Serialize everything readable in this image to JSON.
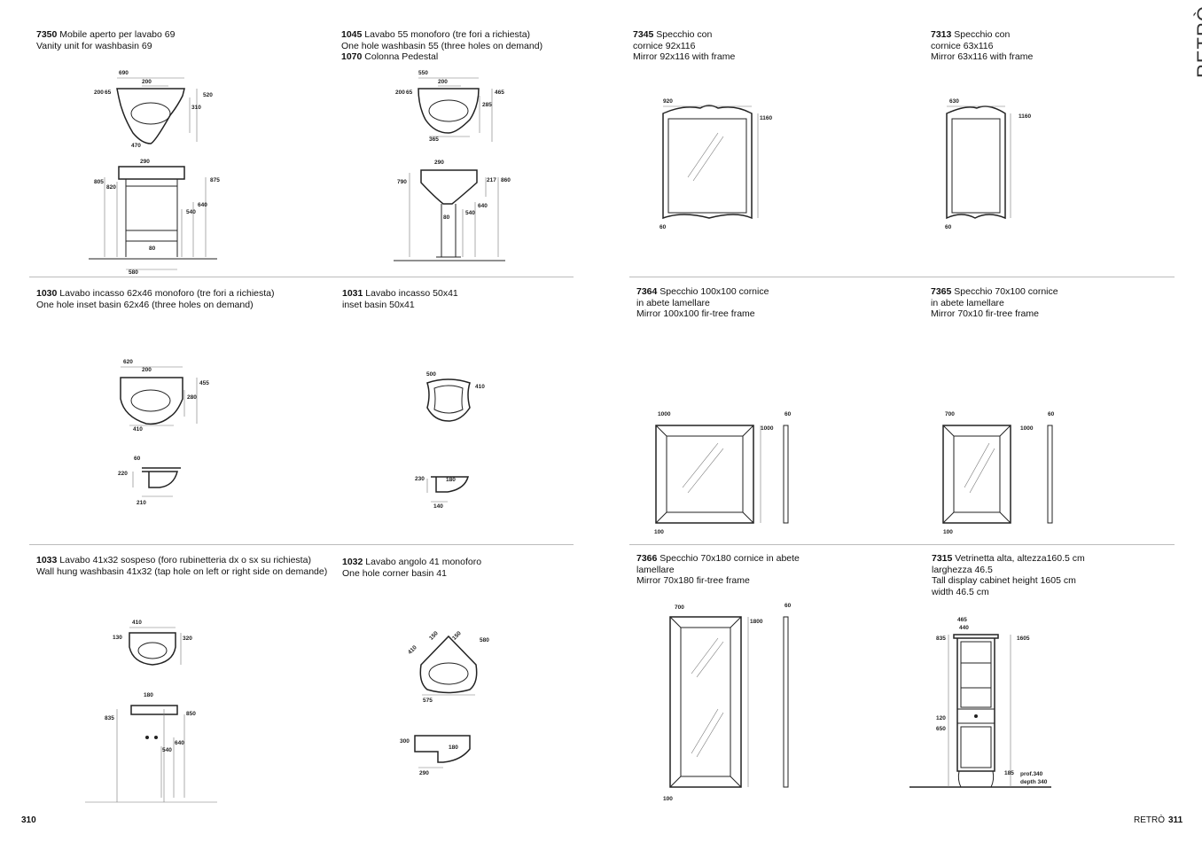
{
  "brand_vertical": "RETRÒ",
  "footer": {
    "left_page": "310",
    "right_brand": "RETRÒ",
    "right_page": "311"
  },
  "products": [
    {
      "code": "7350",
      "lines": [
        "Mobile aperto per lavabo 69",
        "Vanity  unit for washbasin 69"
      ],
      "dims": [
        "690",
        "200",
        "200",
        "65",
        "520",
        "310",
        "470",
        "290",
        "805",
        "820",
        "875",
        "640",
        "540",
        "80",
        "580"
      ]
    },
    {
      "code": "1045",
      "lines": [
        "Lavabo 55 monoforo (tre fori a richiesta)",
        "One hole washbasin 55 (three holes on demand)"
      ],
      "code2": "1070",
      "line2": "Colonna Pedestal",
      "dims": [
        "550",
        "200",
        "200",
        "65",
        "465",
        "285",
        "365",
        "290",
        "790",
        "217",
        "860",
        "640",
        "540",
        "80"
      ]
    },
    {
      "code": "7345",
      "lines": [
        "Specchio con",
        "cornice 92x116",
        "Mirror 92x116 with frame"
      ],
      "dims": [
        "920",
        "1160",
        "60"
      ]
    },
    {
      "code": "7313",
      "lines": [
        "Specchio con",
        "cornice 63x116",
        "Mirror 63x116 with frame"
      ],
      "dims": [
        "630",
        "1160",
        "60"
      ]
    },
    {
      "code": "1030",
      "lines": [
        "Lavabo incasso 62x46 monoforo (tre fori a richiesta)",
        "One hole inset basin 62x46 (three holes on demand)"
      ],
      "dims": [
        "620",
        "200",
        "455",
        "280",
        "410",
        "60",
        "220",
        "210"
      ]
    },
    {
      "code": "1031",
      "lines": [
        "Lavabo incasso 50x41",
        "inset basin 50x41"
      ],
      "dims": [
        "500",
        "410",
        "230",
        "180",
        "140"
      ]
    },
    {
      "code": "7364",
      "lines": [
        "Specchio 100x100 cornice",
        "in abete lamellare",
        "Mirror 100x100 fir-tree frame"
      ],
      "dims": [
        "1000",
        "60",
        "1000",
        "100"
      ]
    },
    {
      "code": "7365",
      "lines": [
        "Specchio 70x100 cornice",
        "in abete lamellare",
        "Mirror 70x10 fir-tree frame"
      ],
      "dims": [
        "700",
        "60",
        "1000",
        "100"
      ]
    },
    {
      "code": "1033",
      "lines": [
        "Lavabo 41x32 sospeso (foro rubinetteria dx o sx su richiesta)",
        "Wall hung washbasin 41x32 (tap hole on left or right side on demande)"
      ],
      "dims": [
        "410",
        "130",
        "320",
        "180",
        "835",
        "850",
        "640",
        "540"
      ]
    },
    {
      "code": "1032",
      "lines": [
        "Lavabo angolo 41 monoforo",
        "One hole corner basin 41"
      ],
      "dims": [
        "410",
        "150",
        "150",
        "580",
        "575",
        "300",
        "180",
        "290"
      ]
    },
    {
      "code": "7366",
      "lines": [
        "Specchio 70x180 cornice in abete",
        "lamellare",
        "Mirror 70x180 fir-tree frame"
      ],
      "dims": [
        "700",
        "60",
        "1800",
        "100"
      ]
    },
    {
      "code": "7315",
      "lines": [
        "Vetrinetta alta, altezza160.5 cm",
        "larghezza 46.5",
        "Tall display cabinet height 1605 cm",
        "width 46.5 cm"
      ],
      "dims": [
        "465",
        "440",
        "835",
        "1605",
        "120",
        "650",
        "185",
        "prof.340",
        "depth 340"
      ]
    }
  ]
}
